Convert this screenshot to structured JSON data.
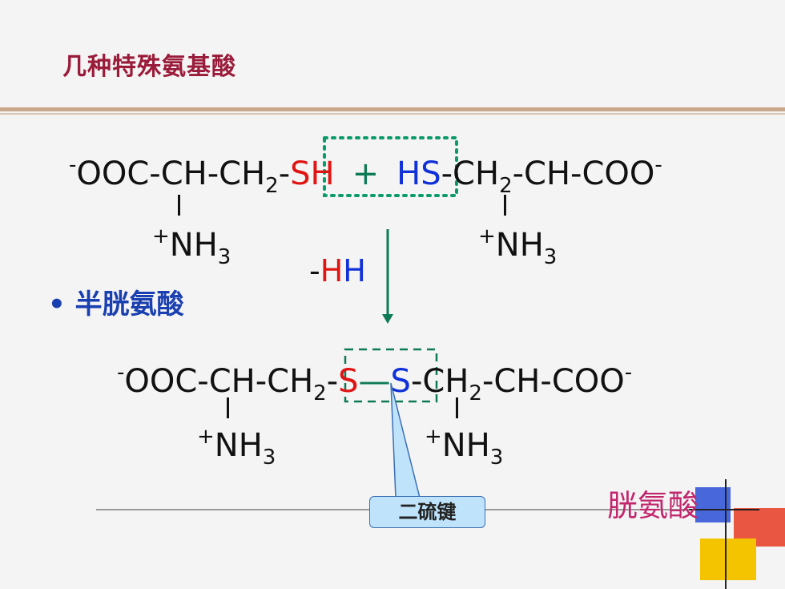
{
  "title": "几种特殊氨基酸",
  "reaction": {
    "left_reactant": {
      "lead": "OOC-CH-CH",
      "sub": "2",
      "dash": "-",
      "s": "S",
      "h": "H"
    },
    "plus": "+",
    "right_reactant": {
      "h": "H",
      "s": "S",
      "dash": "-CH",
      "sub": "2",
      "tail": "-CH-COO"
    },
    "charge_minus": "-",
    "nh3": {
      "plus": "+",
      "body": "NH",
      "sub": "3"
    },
    "loss": {
      "dash": "-",
      "h1": "H",
      "h2": "H"
    }
  },
  "product": {
    "lead": "OOC-CH-CH",
    "sub": "2",
    "dash": "-",
    "s1": "S",
    "bond": "—",
    "s2": "S",
    "tail_lead": "-CH",
    "tail_sub": "2",
    "tail": "-CH-COO"
  },
  "bullet_label": "半胱氨酸",
  "product_name": "胱氨酸",
  "callout": "二硫键",
  "colors": {
    "title": "#9b1b3a",
    "sulfur": "#e11414",
    "hydrogen": "#1030d8",
    "box_green": "#0d9a6a",
    "arrow": "#0d7a55",
    "name": "#c2266d"
  }
}
